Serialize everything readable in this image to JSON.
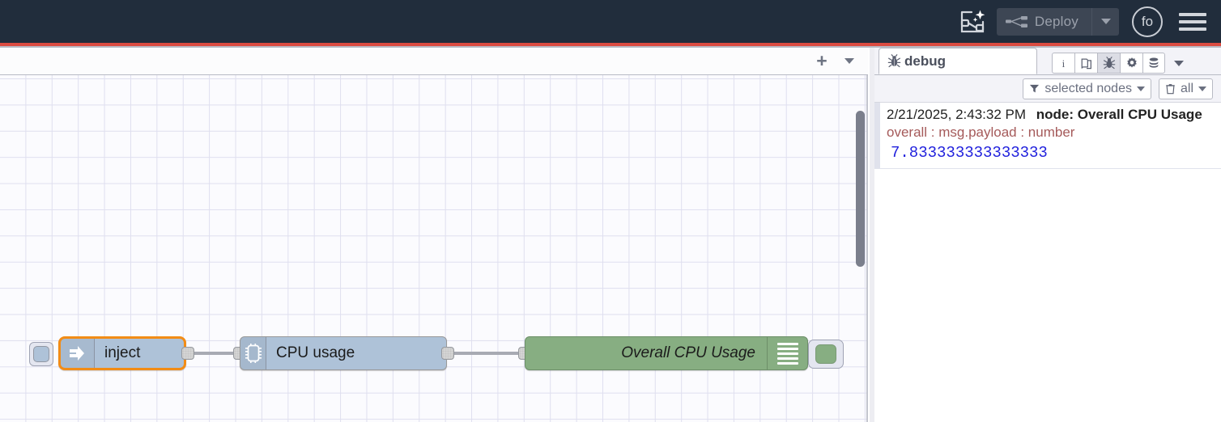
{
  "header": {
    "assistant_icon": "flow-assistant-sparkle-icon",
    "deploy": {
      "icon": "deploy-flow-icon",
      "label": "Deploy",
      "caret_icon": "chevron-down-icon"
    },
    "avatar_initials": "fo",
    "menu_icon": "hamburger-menu-icon",
    "bg_color": "#212D3C",
    "accent_rule_color": "#DB4B41"
  },
  "workspace": {
    "tabbar": {
      "add_label": "+",
      "add_icon": "plus-icon",
      "menu_icon": "chevron-down-icon"
    },
    "nodes": [
      {
        "id": "inject",
        "label": "inject",
        "icon": "inject-arrow-icon",
        "color": "#AEC2D8",
        "selected": true,
        "selection_color": "#F28C16",
        "button_pad": "inject-trigger-button"
      },
      {
        "id": "cpu-usage",
        "label": "CPU usage",
        "icon": "microchip-icon",
        "color": "#AEC2D8",
        "selected": false
      },
      {
        "id": "overall-cpu-usage",
        "label": "Overall CPU Usage",
        "icon": "debug-lines-icon",
        "color": "#87AE82",
        "selected": false,
        "toggle_state": "enabled"
      }
    ]
  },
  "sidebar": {
    "tabs": [
      {
        "id": "debug",
        "label": "debug",
        "icon": "bug-icon",
        "active": true
      }
    ],
    "tools": [
      {
        "name": "info-icon",
        "active": false
      },
      {
        "name": "help-book-icon",
        "active": false
      },
      {
        "name": "bug-icon",
        "active": true
      },
      {
        "name": "gear-icon",
        "active": false
      },
      {
        "name": "context-data-icon",
        "active": false
      }
    ],
    "tools_caret_icon": "chevron-down-icon",
    "filters": [
      {
        "name": "node-filter",
        "icon": "funnel-icon",
        "label": "selected nodes",
        "caret_icon": "chevron-down-icon"
      },
      {
        "name": "clear-filter",
        "icon": "trash-icon",
        "label": "all",
        "caret_icon": "chevron-down-icon"
      }
    ],
    "messages": [
      {
        "timestamp": "2/21/2025, 2:43:32 PM",
        "node": "node: Overall CPU Usage",
        "topic": "overall : msg.payload : number",
        "value": "7.833333333333333"
      }
    ]
  }
}
